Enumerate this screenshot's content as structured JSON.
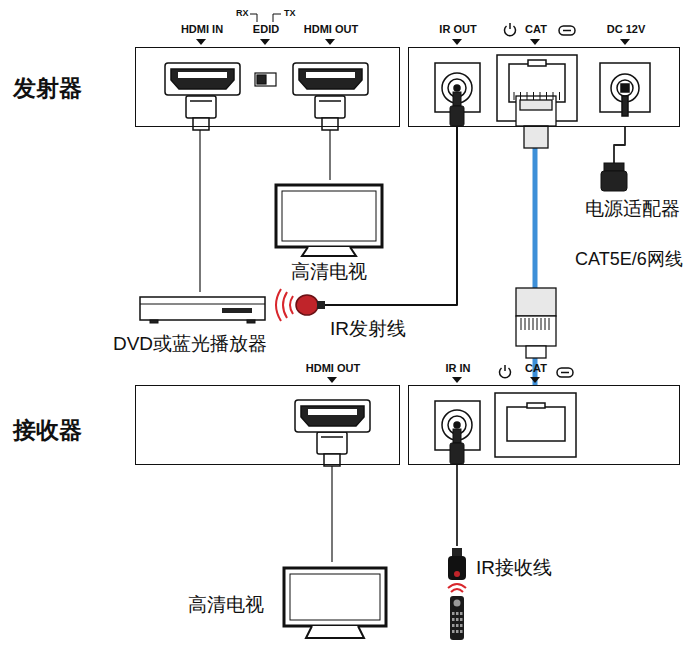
{
  "diagram": {
    "nodes": [
      {
        "text": [
          "发射器",
          "HDMI IN",
          "EDID",
          "HDMI OUT"
        ]
      },
      {
        "text": [
          "IR OUT",
          "CAT",
          "DC 12V"
        ]
      },
      {
        "text": [
          "高清电视"
        ]
      },
      {
        "text": [
          "DVD或蓝光播放器"
        ]
      },
      {
        "text": [
          "电源适配器"
        ]
      },
      {
        "text": [
          "接收器",
          "HDMI OUT"
        ]
      },
      {
        "text": [
          "IR IN",
          "CAT"
        ]
      },
      {
        "text": [
          "高清电视"
        ]
      },
      {
        "text": [
          "IR接收线"
        ]
      }
    ],
    "edges": [
      {
        "from": 0,
        "to": 3,
        "arrow": "none"
      },
      {
        "from": 0,
        "to": 2,
        "arrow": "none"
      },
      {
        "from": 1,
        "to": 6,
        "label": "CAT5E/6网线",
        "arrow": "none"
      },
      {
        "from": 1,
        "to": 4,
        "arrow": "none"
      },
      {
        "from": 1,
        "to": 3,
        "label": "IR发射线",
        "arrow": "none"
      },
      {
        "from": 6,
        "to": 8,
        "arrow": "none"
      },
      {
        "from": 5,
        "to": 7,
        "arrow": "none"
      }
    ],
    "labels": [
      "RX",
      "TX"
    ]
  }
}
